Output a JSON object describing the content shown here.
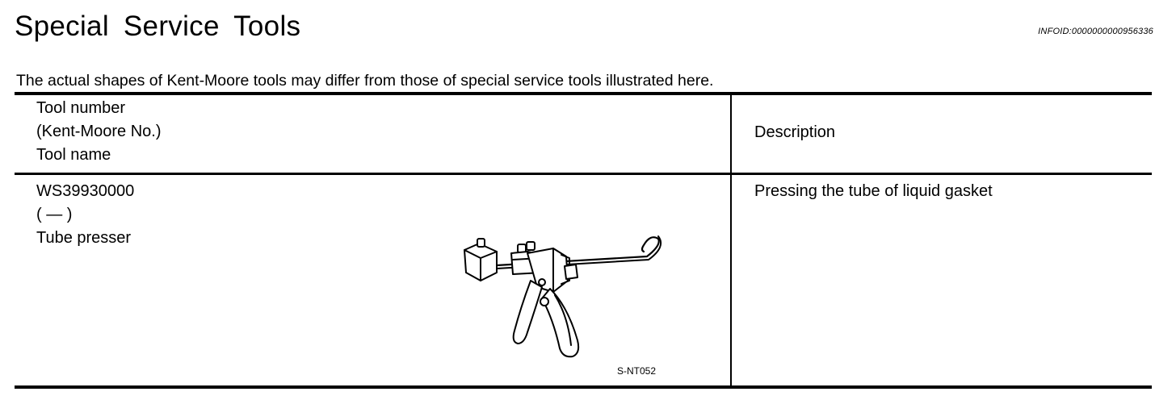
{
  "page": {
    "title": "Special  Service  Tools",
    "info_id": "INFOID:0000000000956336",
    "note": "The actual shapes of Kent-Moore tools may differ from those of special service tools illustrated here."
  },
  "table": {
    "header": {
      "tool_lines": [
        "Tool number",
        "(Kent-Moore No.)",
        "Tool name"
      ],
      "description": "Description"
    },
    "rows": [
      {
        "tool_number": "WS39930000",
        "kent_moore_no": "(   —   )",
        "tool_name": "Tube presser",
        "description": "Pressing the tube of liquid gasket",
        "figure_code": "S-NT052",
        "figure_icon": "tube-presser-caulking-gun-icon"
      }
    ]
  }
}
